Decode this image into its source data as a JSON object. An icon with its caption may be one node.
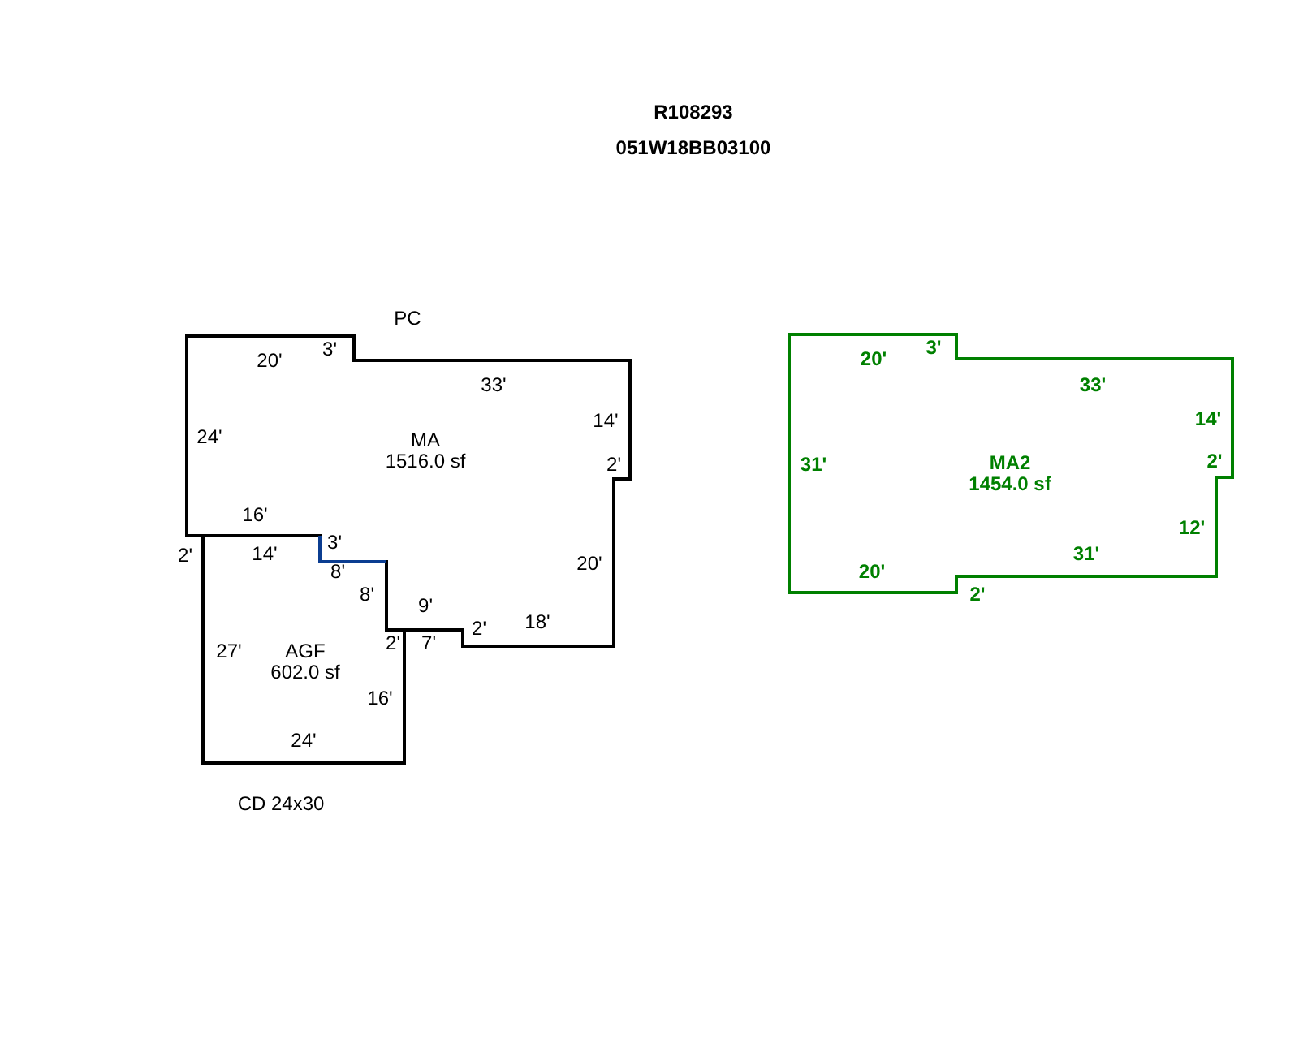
{
  "diagram": {
    "nodes": [
      {
        "text": [
          "MA",
          "1516.0 sf"
        ]
      },
      {
        "text": [
          "AGF",
          "602.0 sf"
        ]
      },
      {
        "text": [
          "MA2",
          "1454.0 sf"
        ]
      }
    ],
    "labels": [
      "R108293",
      "051W18BB03100",
      "PC",
      "20'",
      "3'",
      "33'",
      "24'",
      "14'",
      "2'",
      "16'",
      "2'",
      "14'",
      "3'",
      "20'",
      "8'",
      "8'",
      "9'",
      "2'",
      "18'",
      "2'",
      "7'",
      "27'",
      "16'",
      "24'",
      "CD 24x30",
      "20'",
      "3'",
      "33'",
      "14'",
      "31'",
      "2'",
      "12'",
      "31'",
      "20'",
      "2'"
    ]
  }
}
